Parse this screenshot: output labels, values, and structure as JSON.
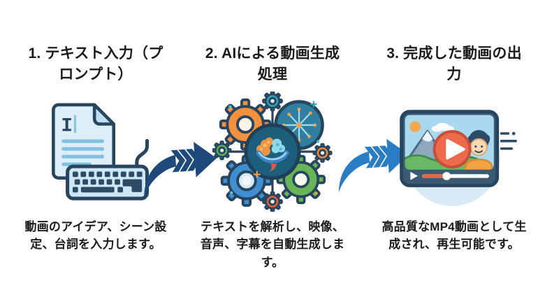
{
  "diagram": {
    "background_color": "#ffffff",
    "steps": [
      {
        "number": "1",
        "title": "1. テキスト入力（プロンプト）",
        "description": "動画のアイデア、シーン設定、台詞を入力します。",
        "icon": "document-keyboard-icon"
      },
      {
        "number": "2",
        "title": "2. AIによる動画生成処理",
        "description": "テキストを解析し、映像、音声、字幕を自動生成します。",
        "icon": "ai-gears-brain-icon"
      },
      {
        "number": "3",
        "title": "3. 完成した動画の出力",
        "description": "高品質なMP4動画として生成され、再生可能です。",
        "icon": "video-player-icon"
      }
    ],
    "arrows": [
      {
        "icon": "curved-arrow-icon",
        "color": "#1d4a7a"
      },
      {
        "icon": "curved-arrow-icon",
        "color": "#2a7cc4"
      }
    ],
    "colors": {
      "text": "#1b1b1b",
      "navy_outline": "#27455f",
      "light_blue_fill": "#ddeef8",
      "accent_orange": "#f5913c",
      "accent_teal": "#2fa3b8",
      "accent_green": "#68b457",
      "accent_blue": "#3f8fd2",
      "play_button_red": "#ee6a4c"
    }
  }
}
